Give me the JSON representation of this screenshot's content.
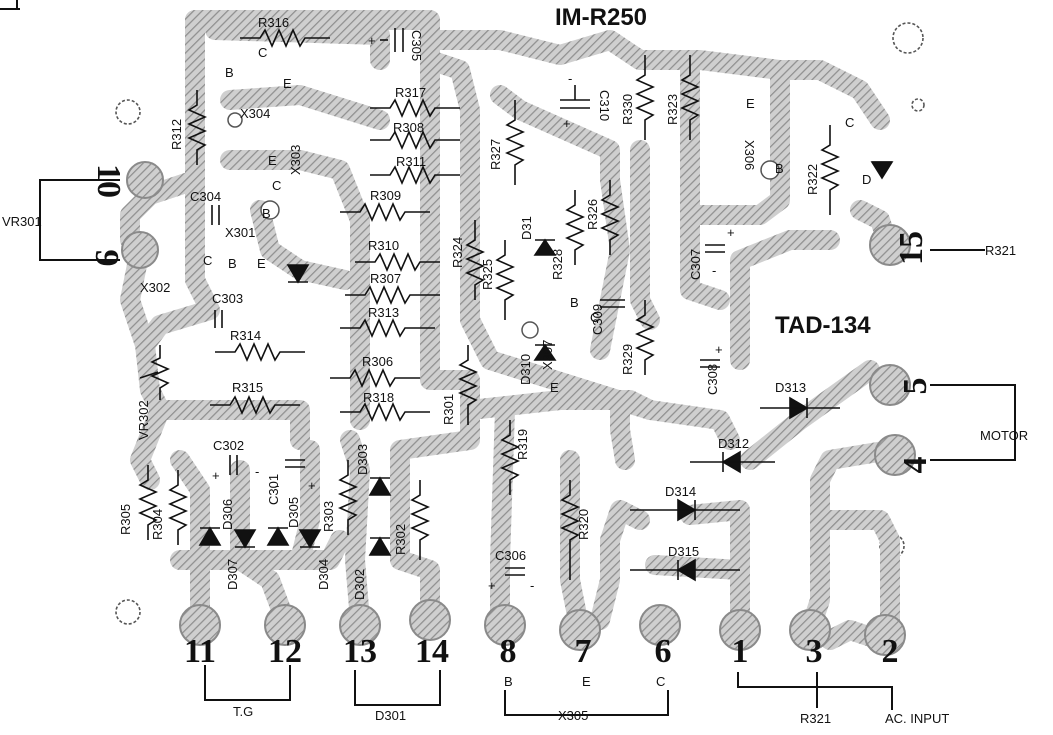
{
  "board": {
    "model": "IM-R250",
    "board_id": "TAD-134"
  },
  "external_labels": {
    "vr301": "VR301",
    "motor": "MOTOR",
    "r321_right": "R321",
    "tg": "T.G",
    "d301": "D301",
    "x305": "X305",
    "r321_bottom": "R321",
    "ac_input": "AC. INPUT",
    "x305_b": "B",
    "x305_e": "E",
    "x305_c": "C"
  },
  "pins": {
    "p10": "10",
    "p9": "9",
    "p15": "15",
    "p5": "5",
    "p4": "4",
    "p11": "11",
    "p12": "12",
    "p13": "13",
    "p14": "14",
    "p8": "8",
    "p7": "7",
    "p6": "6",
    "p1": "1",
    "p3": "3",
    "p2": "2"
  },
  "resistors": {
    "R316": "R316",
    "R317": "R317",
    "R308": "R308",
    "R311": "R311",
    "R309": "R309",
    "R310": "R310",
    "R307": "R307",
    "R313": "R313",
    "R314": "R314",
    "R306": "R306",
    "R315": "R315",
    "R318": "R318",
    "R312": "R312",
    "R305": "R305",
    "R304": "R304",
    "R303": "R303",
    "R302": "R302",
    "R301": "R301",
    "R319": "R319",
    "R320": "R320",
    "R324": "R324",
    "R325": "R325",
    "R327": "R327",
    "R328": "R328",
    "R326": "R326",
    "R329": "R329",
    "R330": "R330",
    "R323": "R323",
    "R322": "R322"
  },
  "capacitors": {
    "C305": "C305",
    "C310": "C310",
    "C304": "C304",
    "C303": "C303",
    "C302": "C302",
    "C301": "C301",
    "C309": "C309",
    "C308": "C308",
    "C307": "C307",
    "C306": "C306"
  },
  "diodes": {
    "D31": "D31",
    "D310": "D310",
    "D303": "D303",
    "D302": "D302",
    "D306": "D306",
    "D307": "D307",
    "D305": "D305",
    "D304": "D304",
    "D313": "D313",
    "D312": "D312",
    "D314": "D314",
    "D315": "D315",
    "D": "D"
  },
  "transistors": {
    "X304": "X304",
    "X303": "X303",
    "X301": "X301",
    "X302": "X302",
    "X307": "X307",
    "X306": "X306"
  },
  "trimmers": {
    "VR302": "VR302"
  },
  "pin_letters": {
    "b": "B",
    "c": "C",
    "e": "E"
  },
  "polarity": {
    "plus": "+",
    "minus": "-"
  }
}
